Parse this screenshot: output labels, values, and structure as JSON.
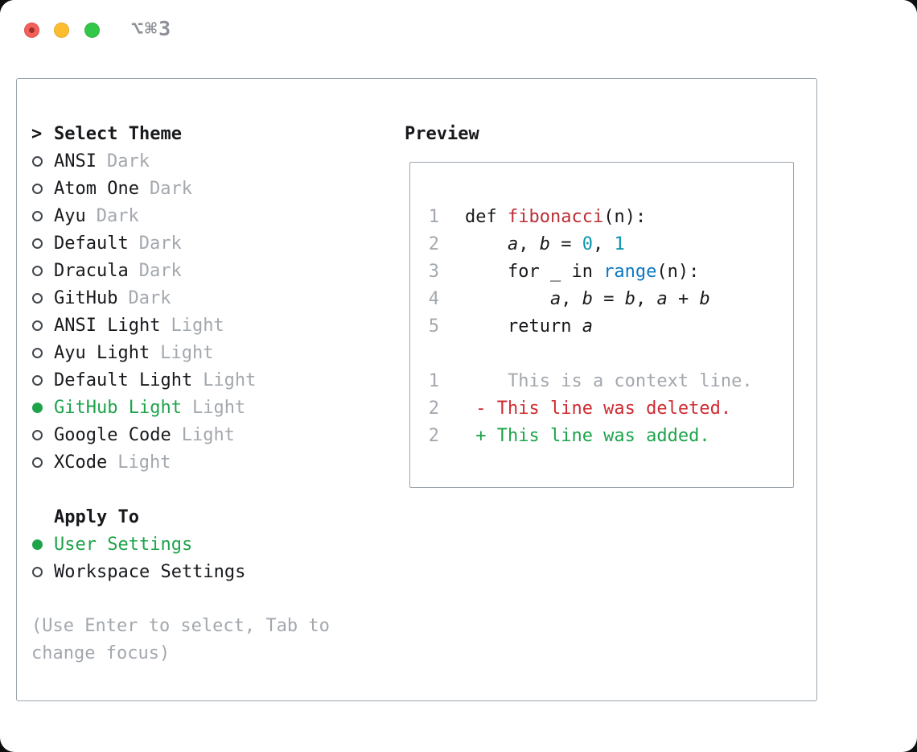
{
  "window": {
    "shortcut_label": "⌥⌘3"
  },
  "colors": {
    "accent_green": "#1ea34b",
    "added_green": "#1ea34b",
    "deleted_red": "#cf2b31",
    "function_name_red": "#bb2f36",
    "number_teal": "#0a96b0",
    "builtin_blue": "#0d78c1",
    "code_plain": "#17191c",
    "context_gray": "#a3a8ae",
    "muted_gray": "#a3a8ae"
  },
  "theme_selector": {
    "prompt": ">",
    "title": "Select Theme",
    "themes": [
      {
        "name": "ANSI",
        "tag": "Dark",
        "selected": false
      },
      {
        "name": "Atom One",
        "tag": "Dark",
        "selected": false
      },
      {
        "name": "Ayu",
        "tag": "Dark",
        "selected": false
      },
      {
        "name": "Default",
        "tag": "Dark",
        "selected": false
      },
      {
        "name": "Dracula",
        "tag": "Dark",
        "selected": false
      },
      {
        "name": "GitHub",
        "tag": "Dark",
        "selected": false
      },
      {
        "name": "ANSI Light",
        "tag": "Light",
        "selected": false
      },
      {
        "name": "Ayu Light",
        "tag": "Light",
        "selected": false
      },
      {
        "name": "Default Light",
        "tag": "Light",
        "selected": false
      },
      {
        "name": "GitHub Light",
        "tag": "Light",
        "selected": true
      },
      {
        "name": "Google Code",
        "tag": "Light",
        "selected": false
      },
      {
        "name": "XCode",
        "tag": "Light",
        "selected": false
      }
    ]
  },
  "apply_to": {
    "title": "Apply To",
    "options": [
      {
        "name": "User Settings",
        "selected": true
      },
      {
        "name": "Workspace Settings",
        "selected": false
      }
    ]
  },
  "help": {
    "line1": "(Use Enter to select, Tab to",
    "line2": "change focus)"
  },
  "preview": {
    "title": "Preview",
    "code_lines": [
      {
        "num": "1",
        "segments": [
          {
            "c": "p",
            "t": "def "
          },
          {
            "c": "f",
            "t": "fibonacci"
          },
          {
            "c": "p",
            "t": "(n):"
          }
        ]
      },
      {
        "num": "2",
        "segments": [
          {
            "c": "p",
            "t": "    "
          },
          {
            "c": "i",
            "t": "a"
          },
          {
            "c": "p",
            "t": ", "
          },
          {
            "c": "i",
            "t": "b"
          },
          {
            "c": "p",
            "t": " = "
          },
          {
            "c": "n",
            "t": "0"
          },
          {
            "c": "p",
            "t": ", "
          },
          {
            "c": "n",
            "t": "1"
          }
        ]
      },
      {
        "num": "3",
        "segments": [
          {
            "c": "p",
            "t": "    for _ in "
          },
          {
            "c": "b",
            "t": "range"
          },
          {
            "c": "p",
            "t": "(n):"
          }
        ]
      },
      {
        "num": "4",
        "segments": [
          {
            "c": "p",
            "t": "        "
          },
          {
            "c": "i",
            "t": "a"
          },
          {
            "c": "p",
            "t": ", "
          },
          {
            "c": "i",
            "t": "b"
          },
          {
            "c": "p",
            "t": " = "
          },
          {
            "c": "i",
            "t": "b"
          },
          {
            "c": "p",
            "t": ", "
          },
          {
            "c": "i",
            "t": "a"
          },
          {
            "c": "p",
            "t": " + "
          },
          {
            "c": "i",
            "t": "b"
          }
        ]
      },
      {
        "num": "5",
        "segments": [
          {
            "c": "p",
            "t": "    return "
          },
          {
            "c": "i",
            "t": "a"
          }
        ]
      },
      {
        "num": "",
        "segments": []
      },
      {
        "num": "1",
        "segments": [
          {
            "c": "c",
            "t": "    This is a context line."
          }
        ]
      },
      {
        "num": "2",
        "segments": [
          {
            "c": "d",
            "t": " - This line was deleted."
          }
        ]
      },
      {
        "num": "2",
        "segments": [
          {
            "c": "a",
            "t": " + This line was added."
          }
        ]
      }
    ]
  }
}
